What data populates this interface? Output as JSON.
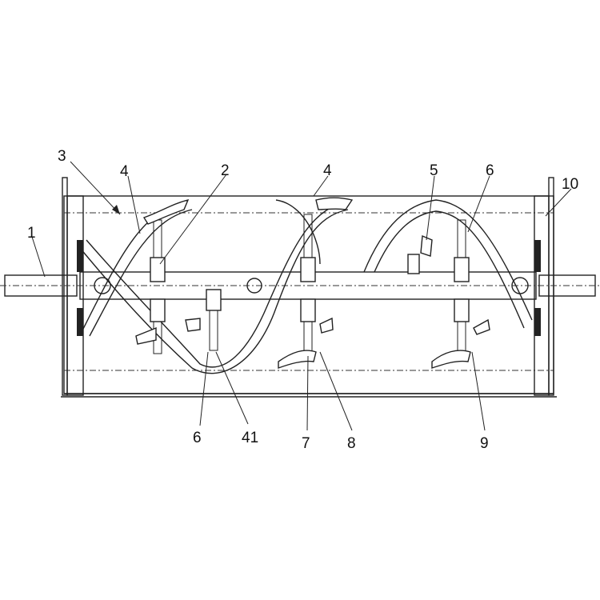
{
  "title": "Rotary tillage helical blade roller assembly",
  "labels": {
    "l1": "1",
    "l3": "3",
    "l4a": "4",
    "l2": "2",
    "l4b": "4",
    "l5": "5",
    "l6a": "6",
    "l10": "10",
    "l6b": "6",
    "l41": "41",
    "l7": "7",
    "l8": "8",
    "l9": "9"
  },
  "colors": {
    "ink": "#222222",
    "paper": "#ffffff"
  }
}
